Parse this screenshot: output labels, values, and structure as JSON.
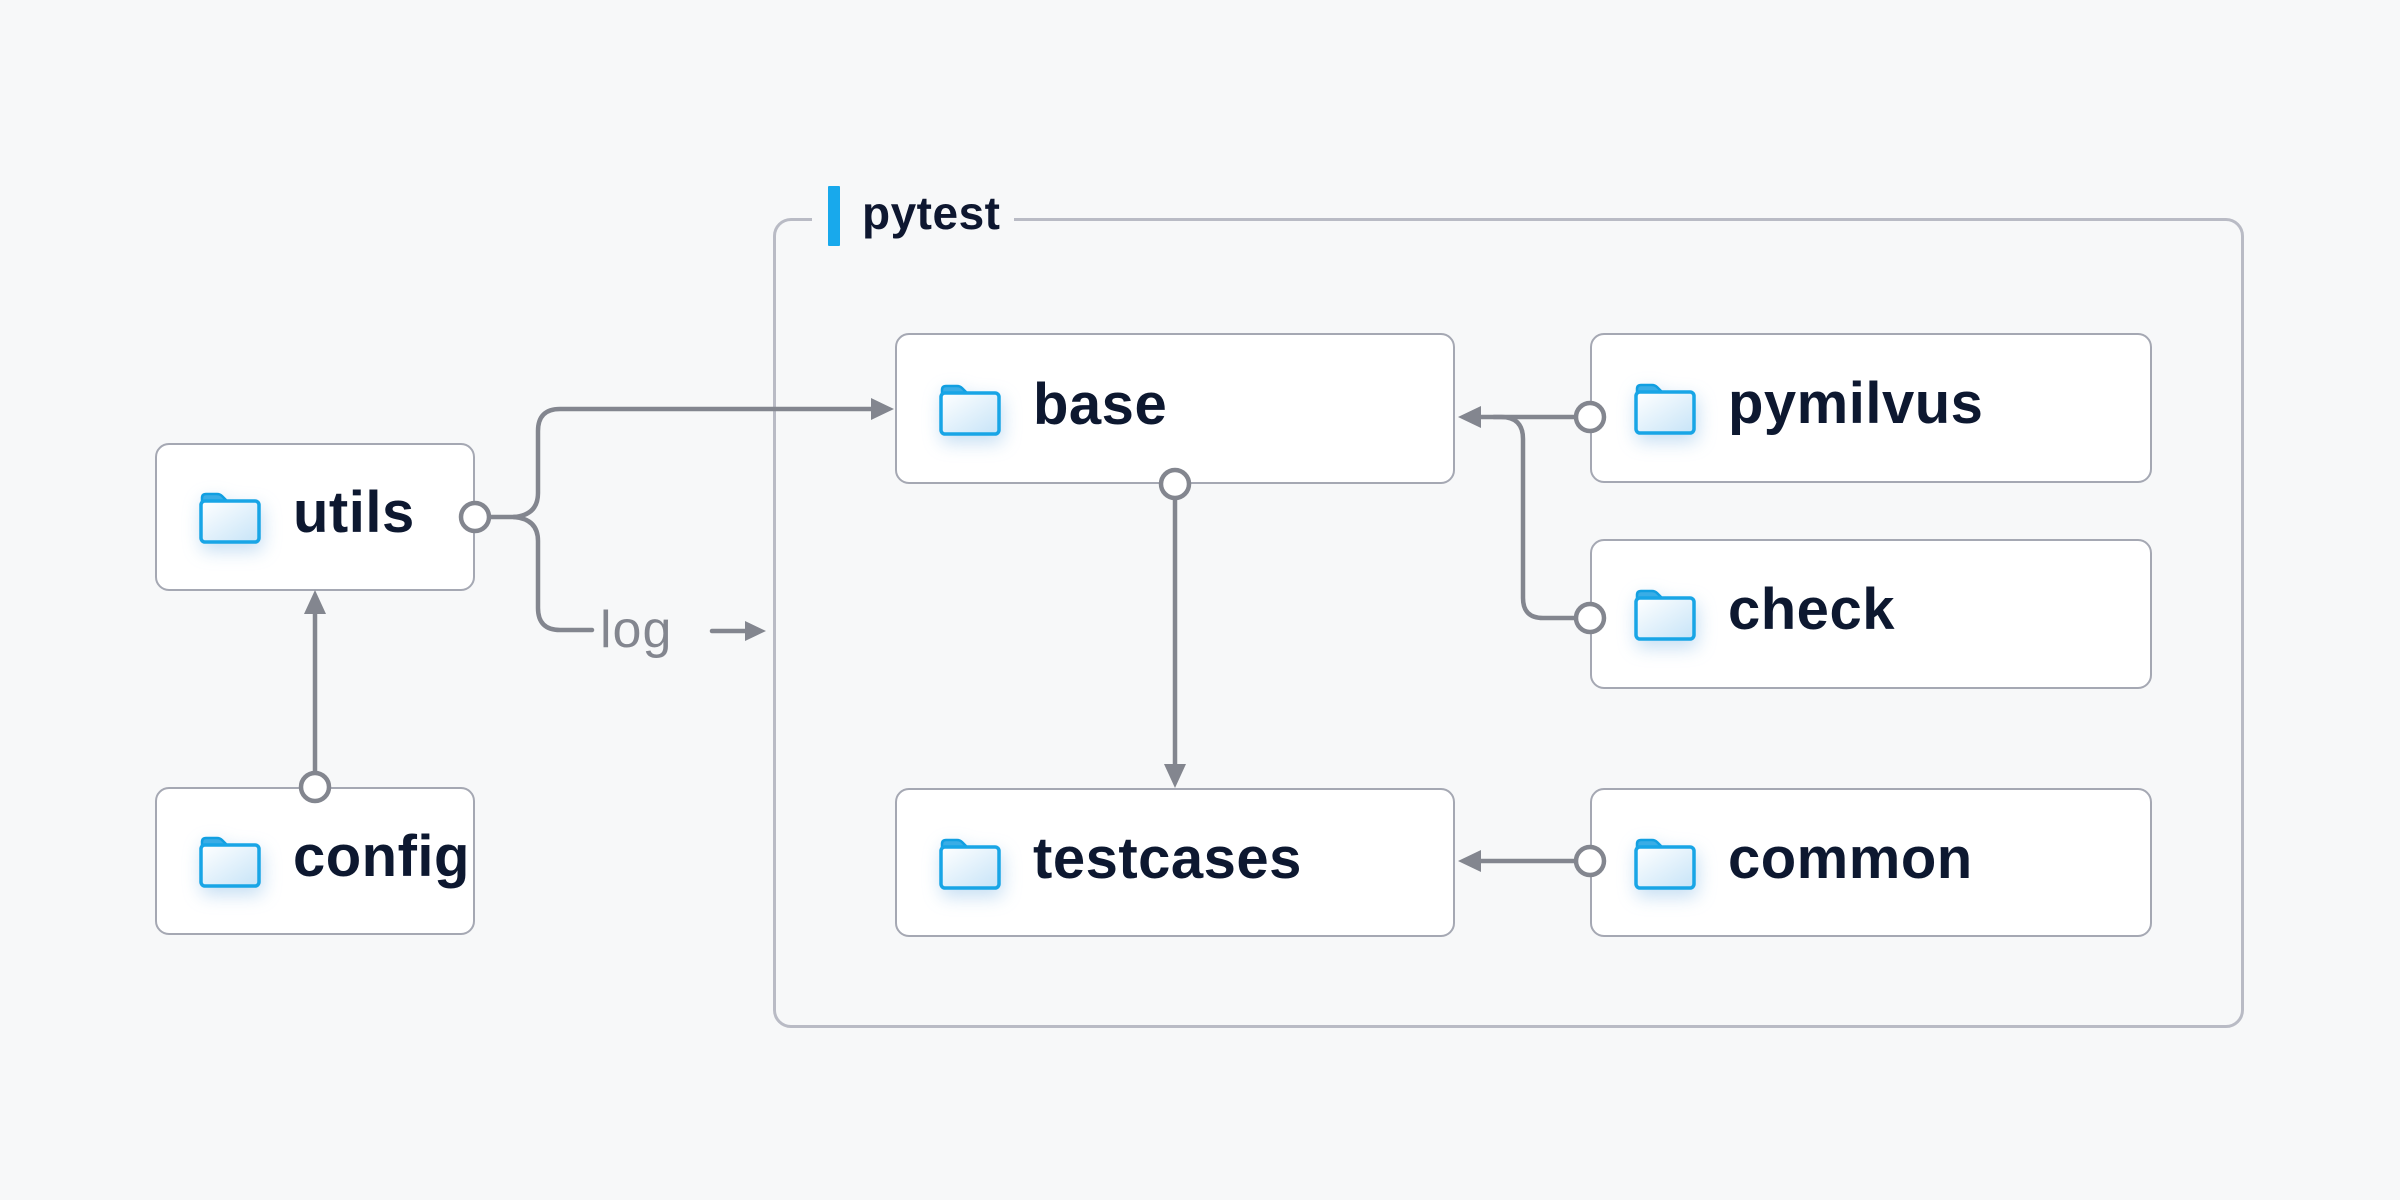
{
  "diagram": {
    "group": {
      "label": "pytest"
    },
    "edge_label": "log",
    "nodes": {
      "utils": {
        "label": "utils"
      },
      "config": {
        "label": "config"
      },
      "base": {
        "label": "base"
      },
      "pymilvus": {
        "label": "pymilvus"
      },
      "check": {
        "label": "check"
      },
      "testcases": {
        "label": "testcases"
      },
      "common": {
        "label": "common"
      }
    },
    "edges": [
      {
        "from": "config",
        "to": "utils"
      },
      {
        "from": "utils",
        "to": "base"
      },
      {
        "from": "utils",
        "to": "log"
      },
      {
        "from": "base",
        "to": "testcases"
      },
      {
        "from": "pymilvus",
        "to": "base"
      },
      {
        "from": "check",
        "to": "base"
      },
      {
        "from": "common",
        "to": "testcases"
      }
    ],
    "colors": {
      "background": "#f7f8f9",
      "accent_blue": "#18a9ec",
      "folder_blue": "#18a5e6",
      "line_gray": "#83868f",
      "box_border": "#a5a8b3",
      "group_border": "#b9bbc5",
      "text_navy": "#0d1830"
    }
  }
}
